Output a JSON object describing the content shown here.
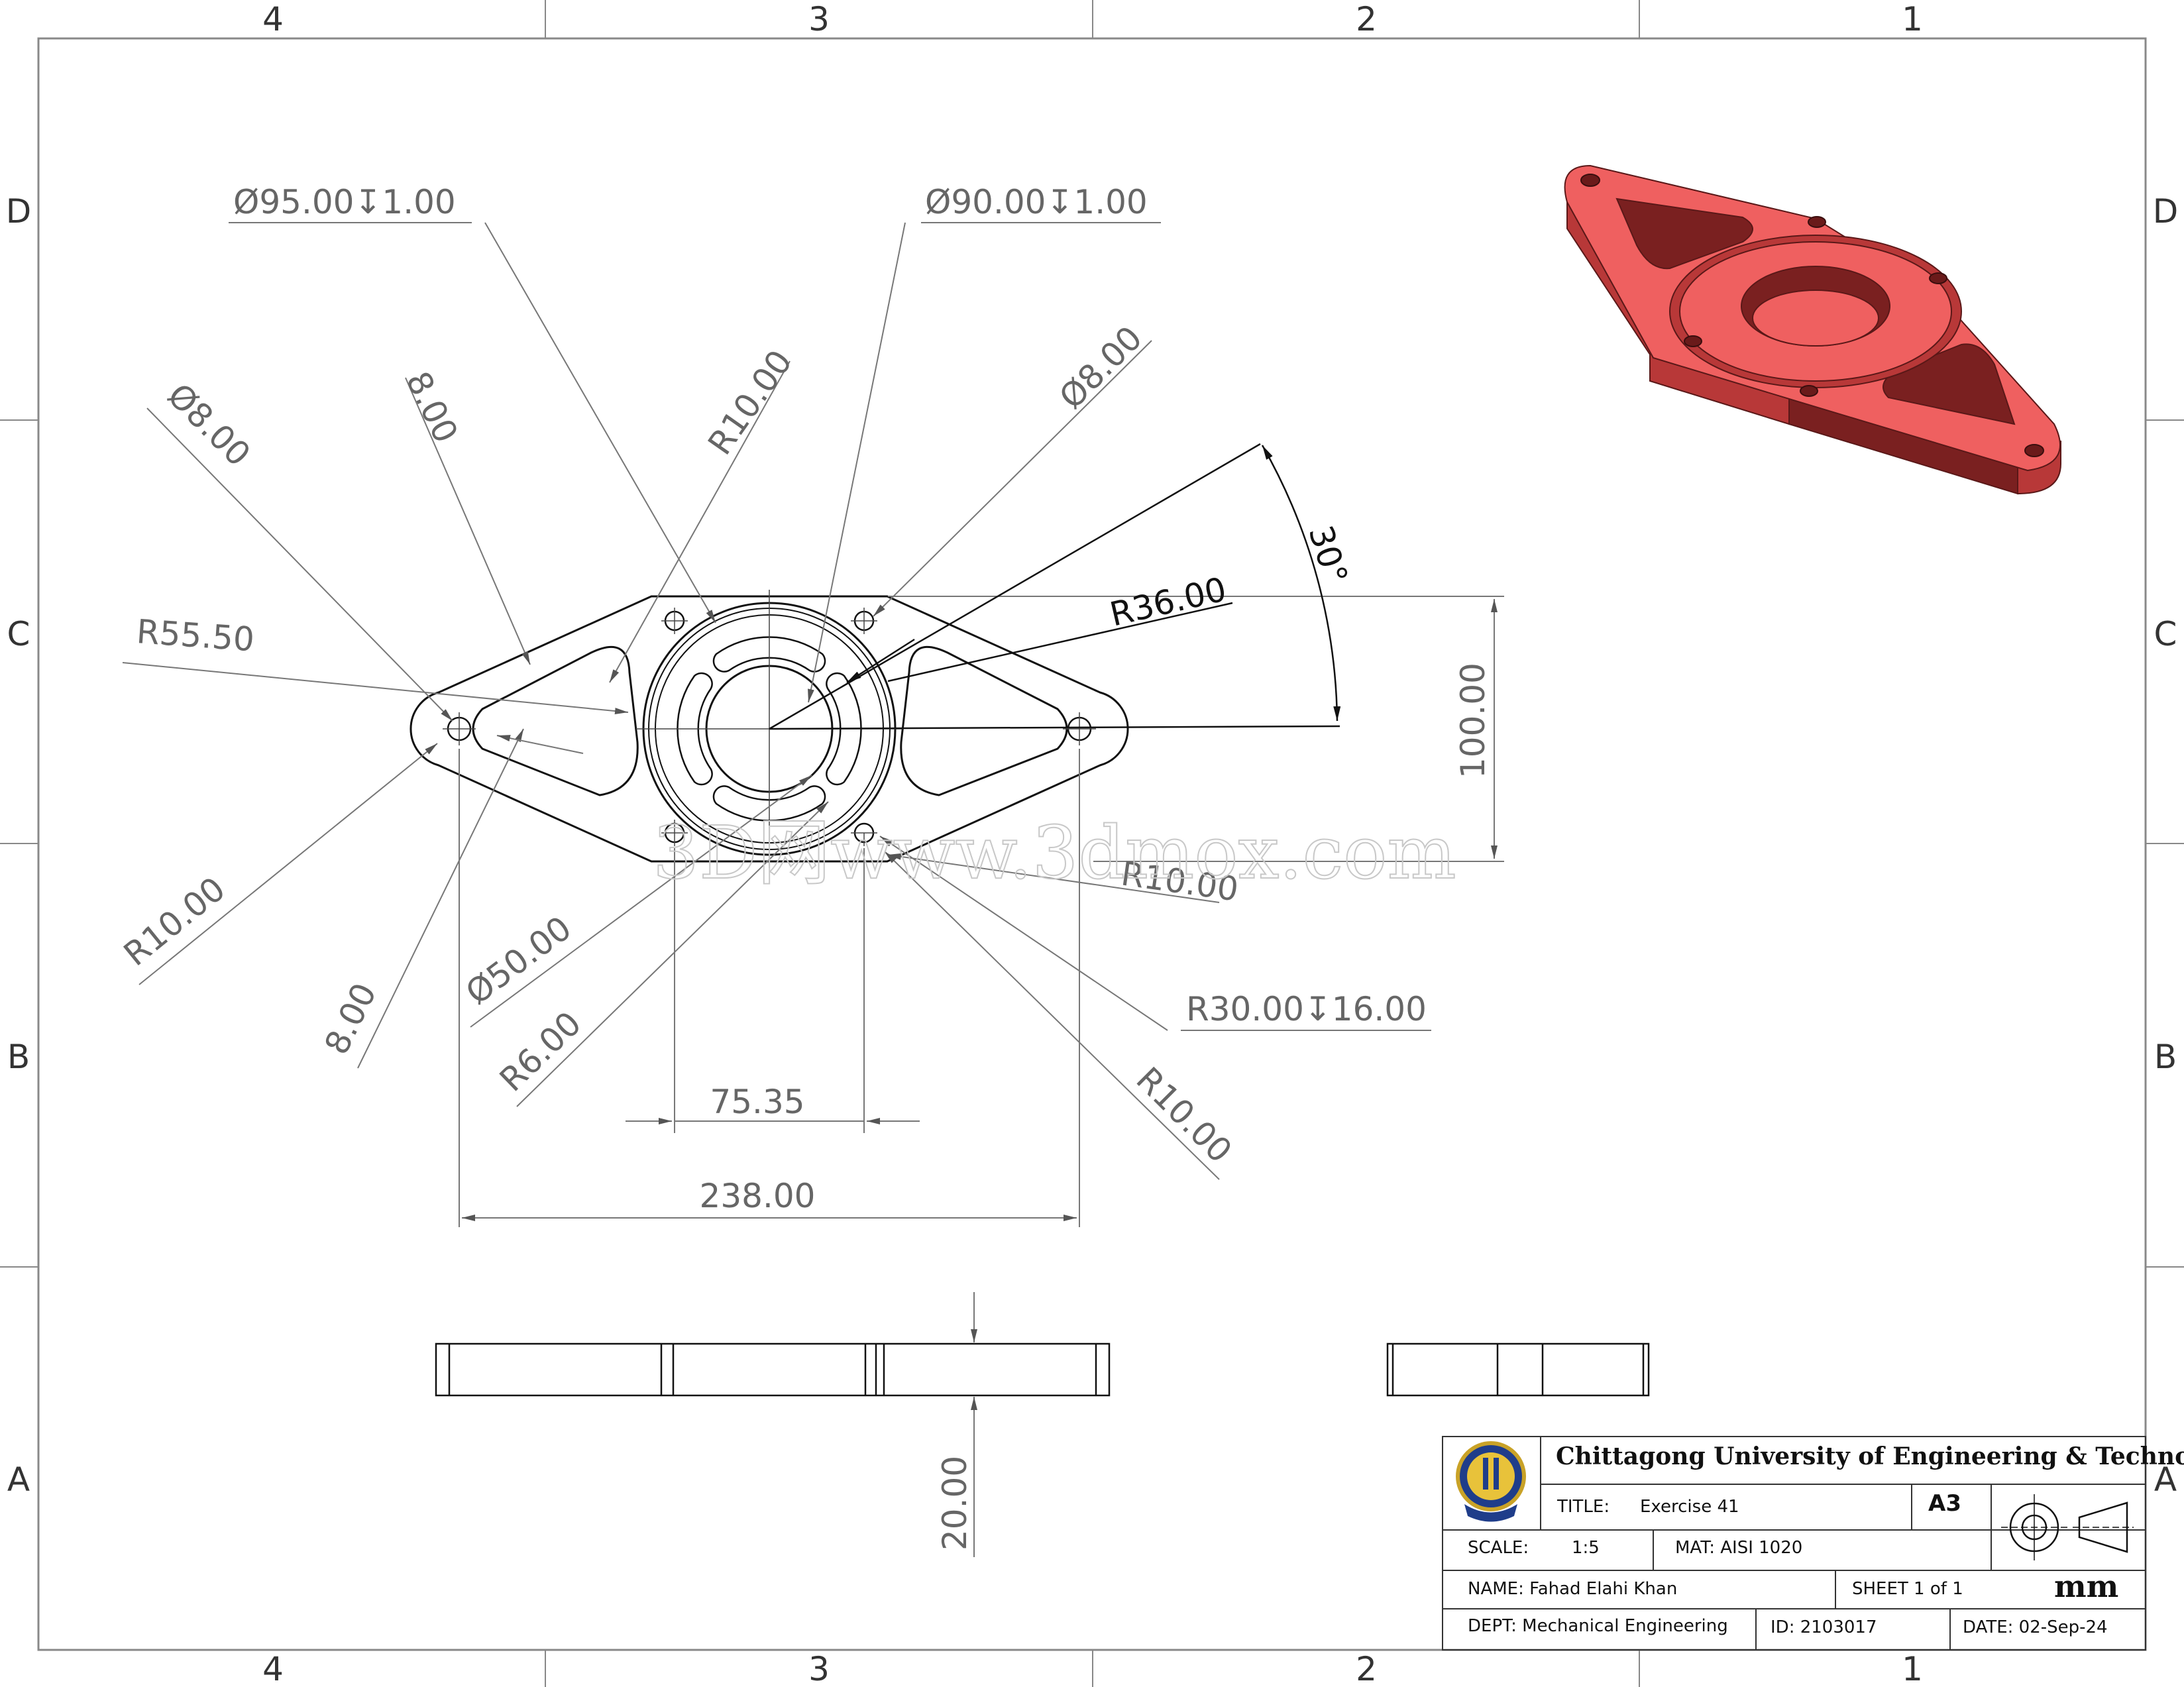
{
  "zones": {
    "columns": [
      "4",
      "3",
      "2",
      "1"
    ],
    "rows": [
      "D",
      "C",
      "B",
      "A"
    ]
  },
  "dimensions": {
    "d95": "Ø95.00↧1.00",
    "d90": "Ø90.00↧1.00",
    "r10_top": "R10.00",
    "d8_top_right": "Ø8.00",
    "eight_top": "8.00",
    "d8_left": "Ø8.00",
    "r55": "R55.50",
    "r36": "R36.00",
    "angle30": "30°",
    "h100": "100.00",
    "r10_left": "R10.00",
    "eight_bottom": "8.00",
    "d50": "Ø50.00",
    "r6": "R6.00",
    "r10_right": "R10.00",
    "r30": "R30.00↧16.00",
    "r10_bottom_right": "R10.00",
    "w75": "75.35",
    "w238": "238.00",
    "t20": "20.00"
  },
  "watermark": "3D网www.3dmox.com",
  "title_block": {
    "university": "Chittagong University of Engineering & Technology",
    "title_label": "TITLE:",
    "title_value": "Exercise 41",
    "sheet_size": "A3",
    "scale_label": "SCALE:",
    "scale_value": "1:5",
    "material": "MAT: AISI 1020",
    "name": "NAME: Fahad Elahi Khan",
    "sheet": "SHEET 1 of 1",
    "units": "mm",
    "dept": "DEPT: Mechanical Engineering",
    "id": "ID: 2103017",
    "date": "DATE: 02-Sep-24"
  },
  "colors": {
    "part_face": "#ef6060",
    "part_side": "#b83838",
    "part_dark": "#7a2020"
  }
}
